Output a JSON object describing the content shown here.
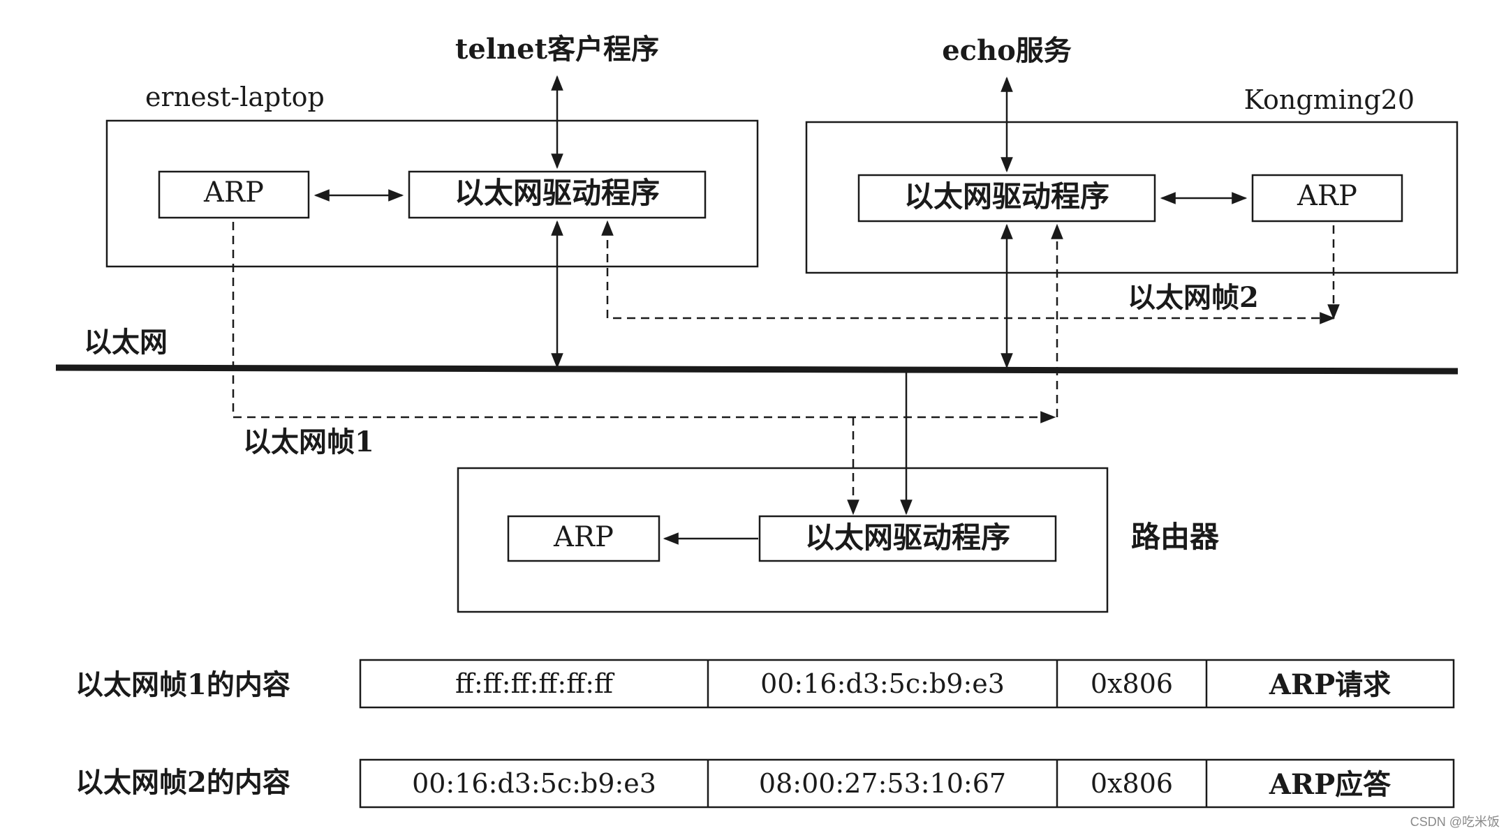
{
  "hosts": {
    "left": {
      "name": "ernest-laptop",
      "arp": "ARP",
      "driver": "以太网驱动程序",
      "app": "telnet客户程序"
    },
    "right": {
      "name": "Kongming20",
      "arp": "ARP",
      "driver": "以太网驱动程序",
      "app": "echo服务"
    },
    "router": {
      "name": "路由器",
      "arp": "ARP",
      "driver": "以太网驱动程序"
    }
  },
  "network": {
    "label": "以太网"
  },
  "frames": {
    "frame1_label": "以太网帧1",
    "frame2_label": "以太网帧2"
  },
  "frame_tables": [
    {
      "label": "以太网帧1的内容",
      "cells": [
        "ff:ff:ff:ff:ff:ff",
        "00:16:d3:5c:b9:e3",
        "0x806",
        "ARP请求"
      ]
    },
    {
      "label": "以太网帧2的内容",
      "cells": [
        "00:16:d3:5c:b9:e3",
        "08:00:27:53:10:67",
        "0x806",
        "ARP应答"
      ]
    }
  ],
  "watermark": "CSDN @吃米饭"
}
